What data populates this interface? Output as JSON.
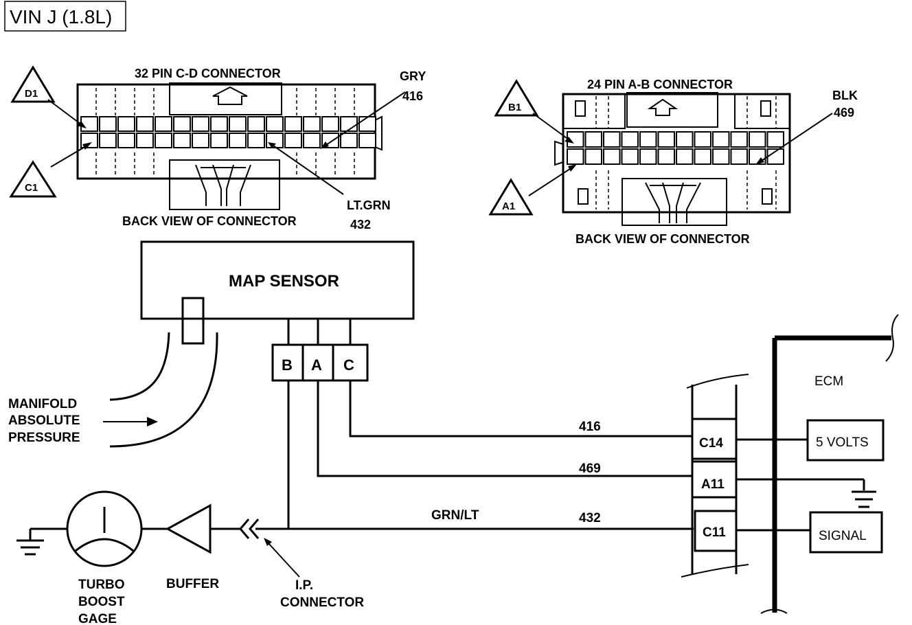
{
  "title": "VIN J (1.8L)",
  "connector_cd": {
    "title": "32 PIN C-D CONNECTOR",
    "caption": "BACK VIEW OF CONNECTOR",
    "pin_top": "D1",
    "pin_bottom": "C1",
    "wire_gry_color": "GRY",
    "wire_gry_num": "416",
    "wire_ltgrn_color": "LT.GRN",
    "wire_ltgrn_num": "432"
  },
  "connector_ab": {
    "title": "24 PIN A-B CONNECTOR",
    "caption": "BACK VIEW OF CONNECTOR",
    "pin_top": "B1",
    "pin_bottom": "A1",
    "wire_blk_color": "BLK",
    "wire_blk_num": "469"
  },
  "map_sensor": {
    "label": "MAP SENSOR",
    "terminals": [
      "B",
      "A",
      "C"
    ]
  },
  "manifold": [
    "MANIFOLD",
    "ABSOLUTE",
    "PRESSURE"
  ],
  "wires": {
    "c_wire": "416",
    "a_wire": "469",
    "b_wire_color": "GRN/LT",
    "b_wire_num": "432"
  },
  "ecm": {
    "label": "ECM",
    "pins": [
      "C14",
      "A11",
      "C11"
    ],
    "five_volts": "5 VOLTS",
    "signal": "SIGNAL"
  },
  "gauge": [
    "TURBO",
    "BOOST",
    "GAGE"
  ],
  "buffer": "BUFFER",
  "ip_connector": [
    "I.P.",
    "CONNECTOR"
  ],
  "colors": {
    "ink": "#000000",
    "paper": "#ffffff"
  }
}
